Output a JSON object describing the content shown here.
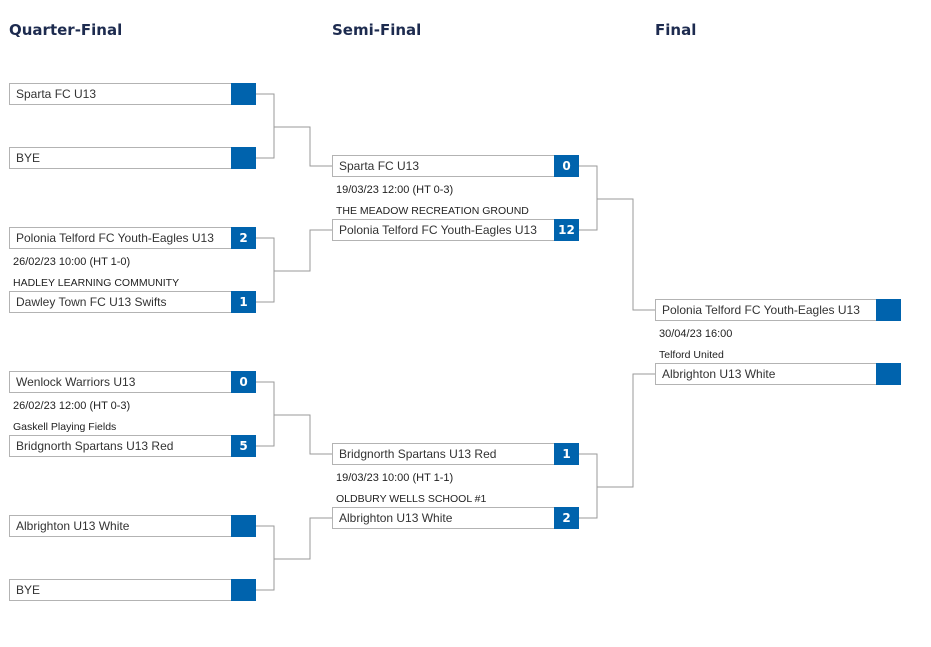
{
  "rounds": {
    "quarter": "Quarter-Final",
    "semi": "Semi-Final",
    "final": "Final"
  },
  "qf": [
    {
      "home": {
        "name": "Sparta FC U13",
        "score": ""
      },
      "away": {
        "name": "BYE",
        "score": ""
      }
    },
    {
      "home": {
        "name": "Polonia Telford FC Youth-Eagles U13",
        "score": "2"
      },
      "away": {
        "name": "Dawley Town FC U13 Swifts",
        "score": "1"
      },
      "datetime": "26/02/23 10:00 (HT 1-0)",
      "venue": "HADLEY LEARNING COMMUNITY"
    },
    {
      "home": {
        "name": "Wenlock Warriors U13",
        "score": "0"
      },
      "away": {
        "name": "Bridgnorth Spartans U13 Red",
        "score": "5"
      },
      "datetime": "26/02/23 12:00 (HT 0-3)",
      "venue": "Gaskell Playing Fields"
    },
    {
      "home": {
        "name": "Albrighton U13 White",
        "score": ""
      },
      "away": {
        "name": "BYE",
        "score": ""
      }
    }
  ],
  "sf": [
    {
      "home": {
        "name": "Sparta FC U13",
        "score": "0"
      },
      "away": {
        "name": "Polonia Telford FC Youth-Eagles U13",
        "score": "12"
      },
      "datetime": "19/03/23 12:00 (HT 0-3)",
      "venue": "THE MEADOW RECREATION GROUND"
    },
    {
      "home": {
        "name": "Bridgnorth Spartans U13 Red",
        "score": "1"
      },
      "away": {
        "name": "Albrighton U13 White",
        "score": "2"
      },
      "datetime": "19/03/23 10:00 (HT 1-1)",
      "venue": "OLDBURY WELLS SCHOOL #1"
    }
  ],
  "final": {
    "home": {
      "name": "Polonia Telford FC Youth-Eagles U13",
      "score": ""
    },
    "away": {
      "name": "Albrighton U13 White",
      "score": ""
    },
    "datetime": "30/04/23 16:00",
    "venue": "Telford United"
  },
  "colors": {
    "score_bg": "#0063ad",
    "title": "#1d2b4f",
    "connector": "#9a9a9a"
  }
}
